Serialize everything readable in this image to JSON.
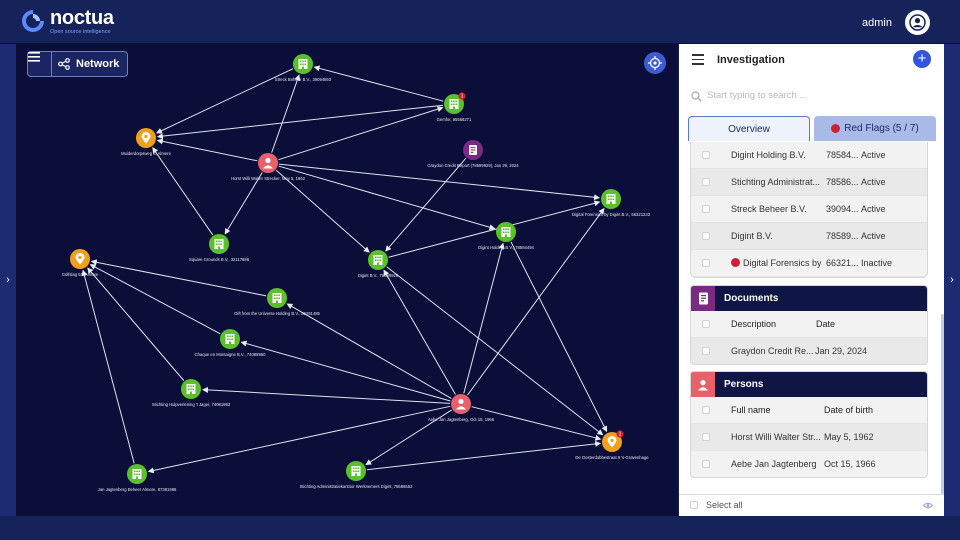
{
  "header": {
    "logo_name": "noctua",
    "logo_sub": "Open source intelligence",
    "user_name": "admin"
  },
  "graph": {
    "network_label": "Network",
    "nodes": [
      {
        "label": "Streck Beheer B.V., 39094693",
        "kind": "company",
        "badge": ""
      },
      {
        "label": "Gemfor, 95566271",
        "kind": "company",
        "badge": "1"
      },
      {
        "label": "Muiderdorpsweg 6, Almere",
        "kind": "address",
        "badge": ""
      },
      {
        "label": "Horst Willi Walter Strecker, May 5, 1962",
        "kind": "person",
        "badge": ""
      },
      {
        "label": "Graydon Credit Report (78589929), Jan 29, 2024",
        "kind": "document",
        "badge": ""
      },
      {
        "label": "Digital Forensics by Digint B.V., 66321233",
        "kind": "company",
        "badge": ""
      },
      {
        "label": "Square Grounds B.V., 32117886",
        "kind": "company",
        "badge": ""
      },
      {
        "label": "Digint Holding B.V., 78584494",
        "kind": "company",
        "badge": ""
      },
      {
        "label": "Digint B.V., 78589929",
        "kind": "company",
        "badge": ""
      },
      {
        "label": "Golfslag 51, Almere",
        "kind": "address",
        "badge": ""
      },
      {
        "label": "Gift from the Universe Holding B.V., 86281485",
        "kind": "company",
        "badge": ""
      },
      {
        "label": "Chaque en Montaigne B.V., 74088950",
        "kind": "company",
        "badge": ""
      },
      {
        "label": "Stichting Hulpverlening 't Jager, 74081983",
        "kind": "company",
        "badge": ""
      },
      {
        "label": "Aebe Jan Jagtenberg, Oct 15, 1966",
        "kind": "person",
        "badge": ""
      },
      {
        "label": "Jan Jagtenberg Beheer Almere, 87381986",
        "kind": "company",
        "badge": ""
      },
      {
        "label": "Stichting Administratiekantoor Werknemers Digint, 78586552",
        "kind": "company",
        "badge": ""
      },
      {
        "label": "De Oosterdobbestraat 8 's-Gravenhage",
        "kind": "address",
        "badge": "1"
      }
    ]
  },
  "panel": {
    "title": "Investigation",
    "add_icon": "+",
    "search_placeholder": "Start typing to search ...",
    "tabs": [
      {
        "label": "Overview"
      },
      {
        "label": "Red Flags (5 / 7)"
      }
    ],
    "organizations": [
      {
        "name": "Digint Holding B.V.",
        "id": "78584...",
        "status": "Active",
        "flag": false
      },
      {
        "name": "Stichting Administrat...",
        "id": "78586...",
        "status": "Active",
        "flag": false
      },
      {
        "name": "Streck Beheer B.V.",
        "id": "39094...",
        "status": "Active",
        "flag": false
      },
      {
        "name": "Digint B.V.",
        "id": "78589...",
        "status": "Active",
        "flag": false
      },
      {
        "name": "Digital Forensics by ...",
        "id": "66321...",
        "status": "Inactive",
        "flag": true
      }
    ],
    "documents": {
      "title": "Documents",
      "col_description": "Description",
      "col_date": "Date",
      "rows": [
        {
          "description": "Graydon Credit Re...",
          "date": "Jan 29, 2024"
        }
      ]
    },
    "persons": {
      "title": "Persons",
      "col_name": "Full name",
      "col_dob": "Date of birth",
      "rows": [
        {
          "name": "Horst Willi Walter Str...",
          "dob": "May 5, 1962"
        },
        {
          "name": "Aebe Jan Jagtenberg",
          "dob": "Oct 15, 1966"
        }
      ]
    },
    "select_all": "Select all"
  },
  "colors": {
    "background": "#0b0e38",
    "header": "#16225a",
    "company": "#5ac12a",
    "person": "#e8606a",
    "address": "#f0a01e",
    "document": "#7a2a83",
    "accent": "#3355dd",
    "flag": "#d11f2e"
  }
}
